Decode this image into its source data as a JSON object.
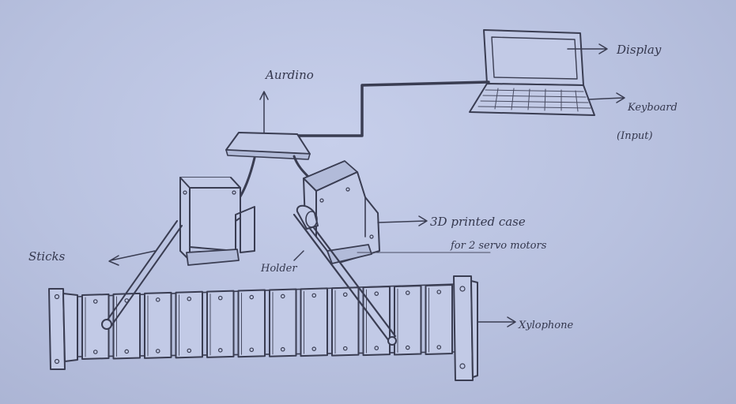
{
  "labels": {
    "display": "Display",
    "keyboard": "Keyboard",
    "input": "(Input)",
    "arduino": "Aurdino",
    "case_line1": "3D printed case",
    "case_line2": "for 2 servo motors",
    "sticks": "Sticks",
    "holder": "Holder",
    "xylophone": "Xylophone"
  },
  "xylophone": {
    "bar_count": 12
  },
  "colors": {
    "paper": "#c2cae6",
    "ink": "#3a3d52"
  }
}
